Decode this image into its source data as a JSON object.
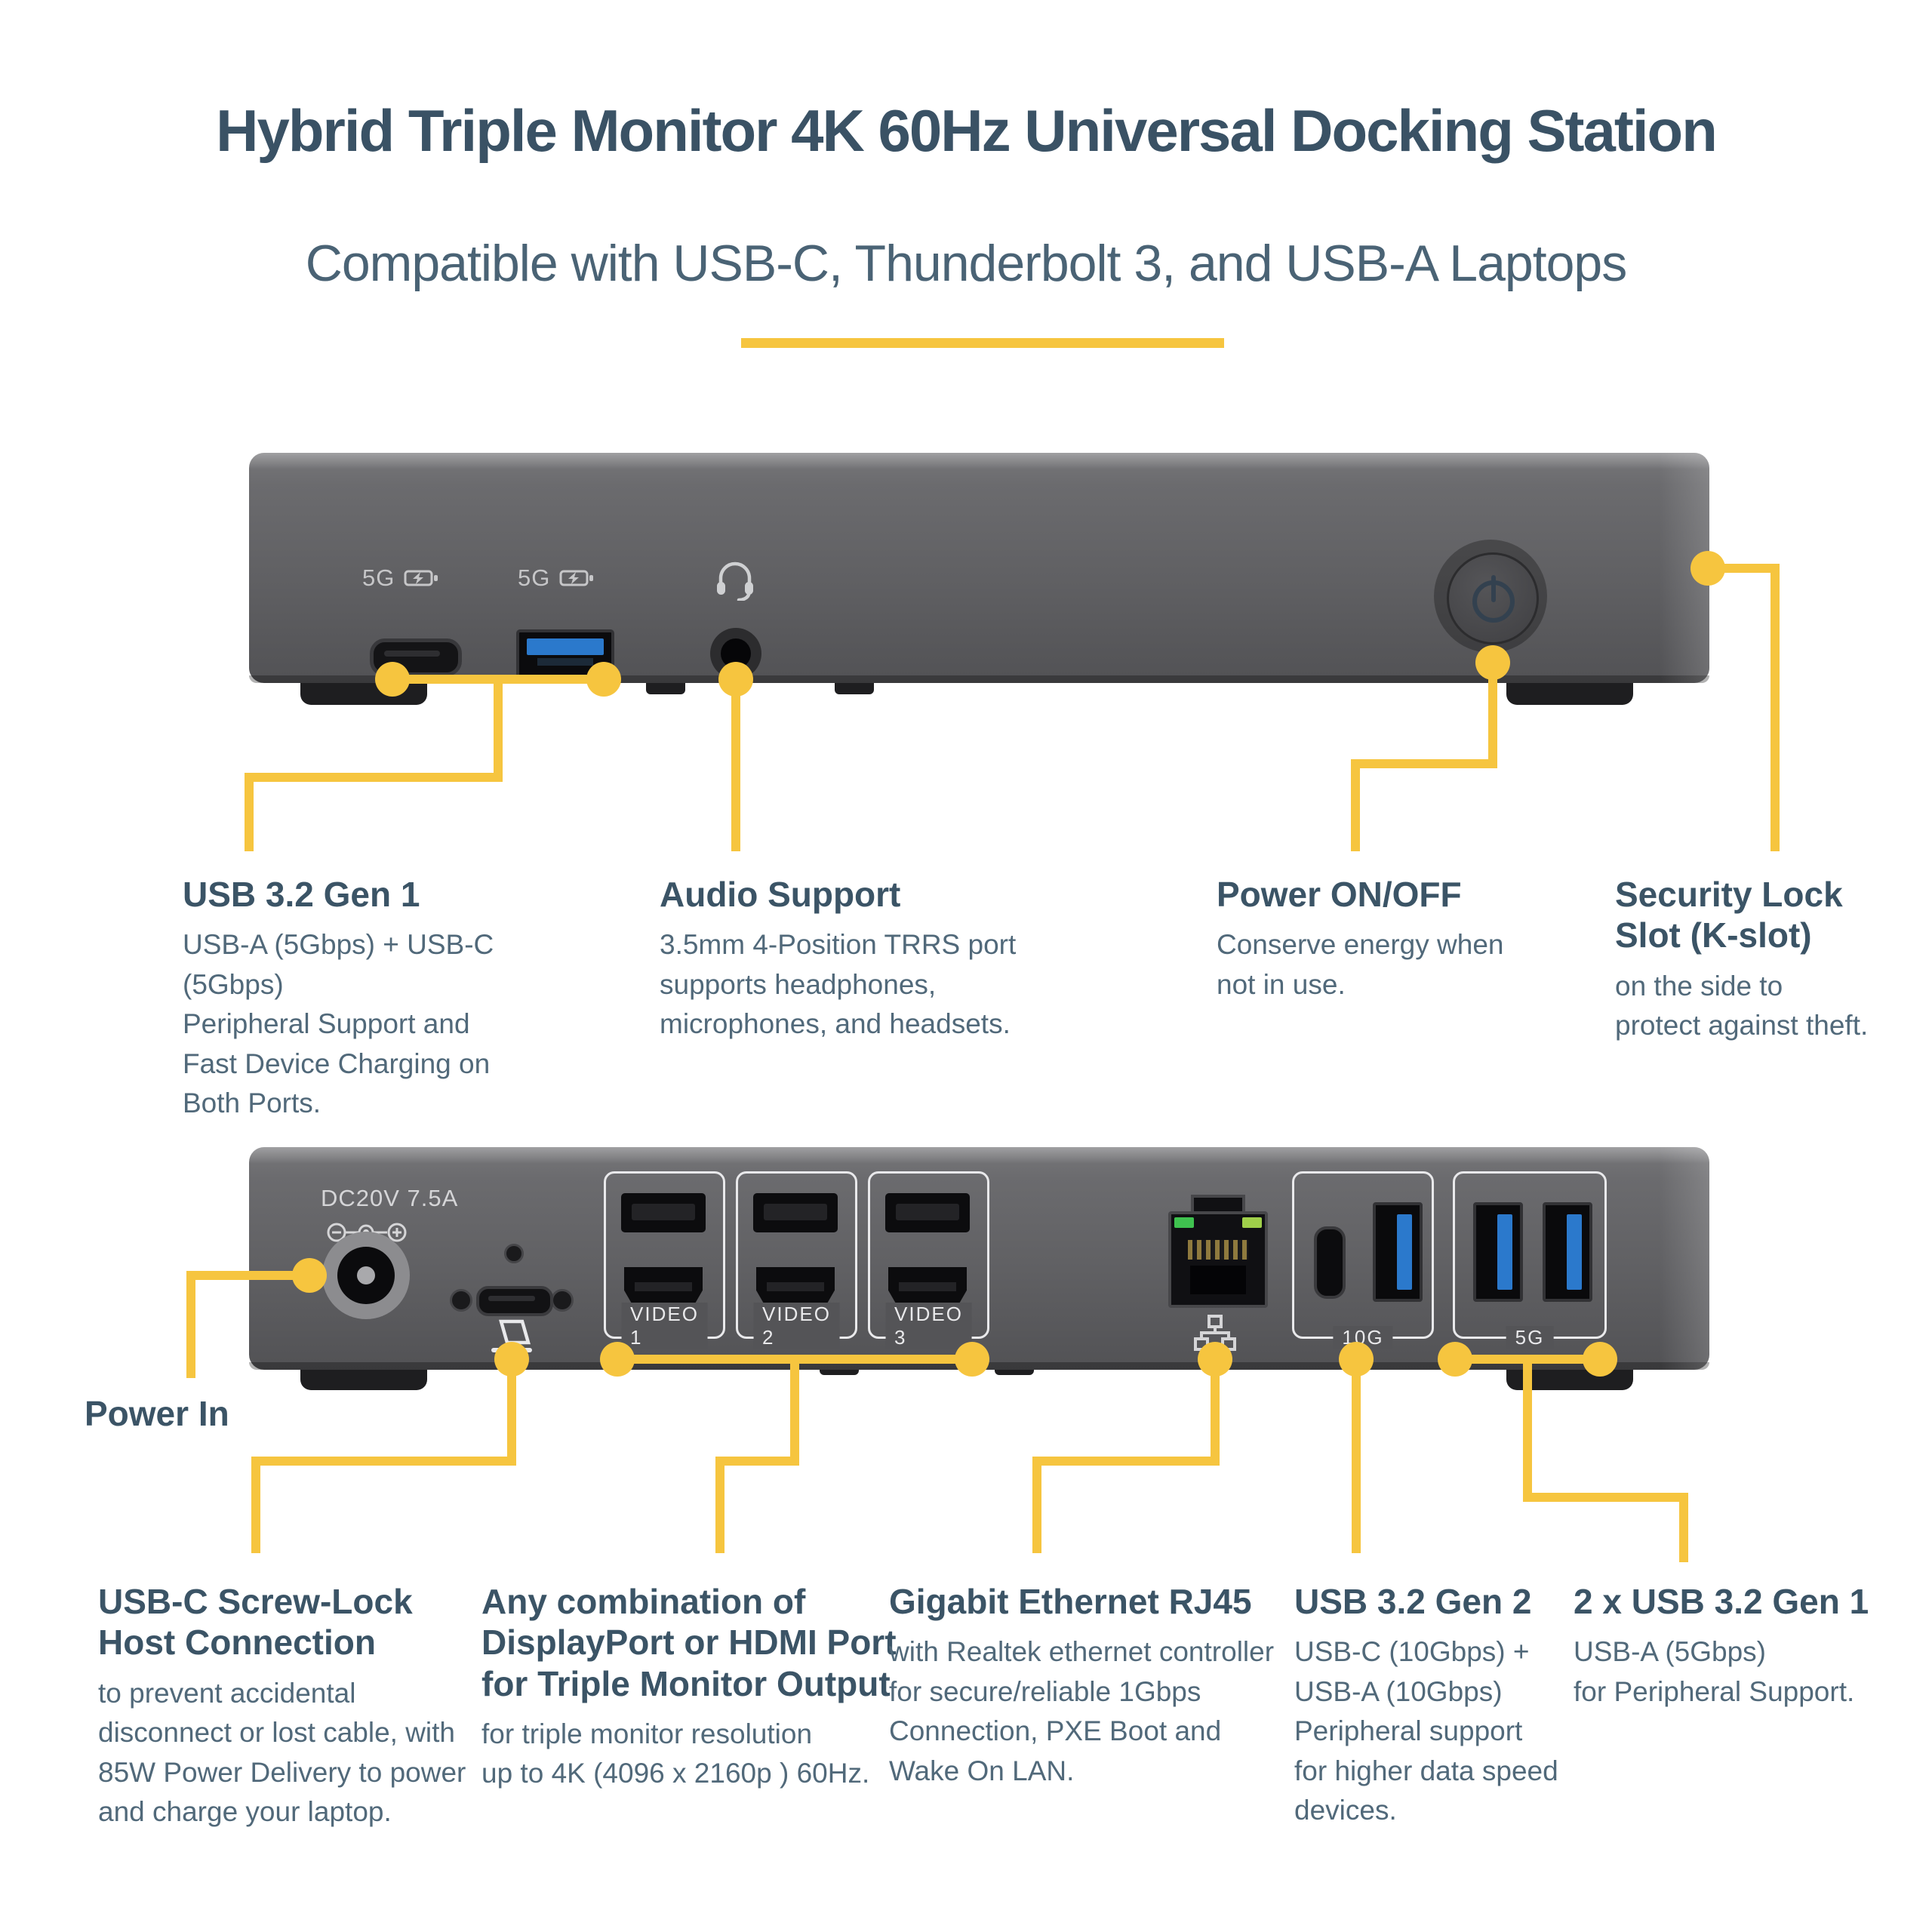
{
  "header": {
    "title": "Hybrid Triple Monitor 4K 60Hz Universal Docking Station",
    "subtitle": "Compatible with USB-C, Thunderbolt 3, and USB-A Laptops"
  },
  "front_view": {
    "labels": {
      "usb_c_speed": "5G",
      "usb_a_speed": "5G"
    },
    "icons": {
      "battery_charging": "battery-charging-icon",
      "headset": "headset-icon",
      "power": "power-icon"
    }
  },
  "front_callouts": [
    {
      "heading": "USB 3.2 Gen 1",
      "body": "USB-A (5Gbps) + USB-C (5Gbps)\nPeripheral Support and\nFast Device Charging on\nBoth Ports."
    },
    {
      "heading": "Audio Support",
      "body": "3.5mm 4-Position TRRS port\nsupports headphones,\nmicrophones, and headsets."
    },
    {
      "heading": "Power ON/OFF",
      "body": "Conserve energy when\nnot in use."
    },
    {
      "heading": "Security Lock\nSlot (K-slot)",
      "body": "on the side to\nprotect against theft."
    }
  ],
  "back_view": {
    "labels": {
      "dc_rating": "DC20V 7.5A",
      "video1": "VIDEO 1",
      "video2": "VIDEO 2",
      "video3": "VIDEO 3",
      "usb_10g_group": "10G",
      "usb_5g_group": "5G"
    },
    "icons": {
      "polarity": "dc-polarity-icon",
      "laptop": "laptop-icon",
      "network": "ethernet-network-icon"
    },
    "power_in_label": "Power In"
  },
  "back_callouts": [
    {
      "heading": "USB-C Screw-Lock\nHost Connection",
      "body": "to prevent accidental\ndisconnect or lost cable, with\n85W Power Delivery to power\nand charge your laptop."
    },
    {
      "heading": "Any combination of\nDisplayPort or HDMI Port\nfor Triple Monitor Output",
      "body": "for triple monitor resolution\nup to 4K (4096 x  2160p ) 60Hz."
    },
    {
      "heading": "Gigabit Ethernet RJ45",
      "body": "with Realtek ethernet controller\nfor secure/reliable 1Gbps\nConnection, PXE Boot and\nWake On LAN."
    },
    {
      "heading": "USB 3.2 Gen 2",
      "body": "USB-C (10Gbps) +\nUSB-A (10Gbps)\nPeripheral support\nfor higher data speed\ndevices."
    },
    {
      "heading": "2 x USB 3.2 Gen 1",
      "body": "USB-A (5Gbps)\nfor Peripheral Support."
    }
  ],
  "colors": {
    "accent_yellow": "#f6c53f",
    "heading_text": "#3b5466",
    "body_text": "#51697a",
    "device_gray": "#606063",
    "port_blue": "#2b79cc",
    "background": "#ffffff"
  }
}
